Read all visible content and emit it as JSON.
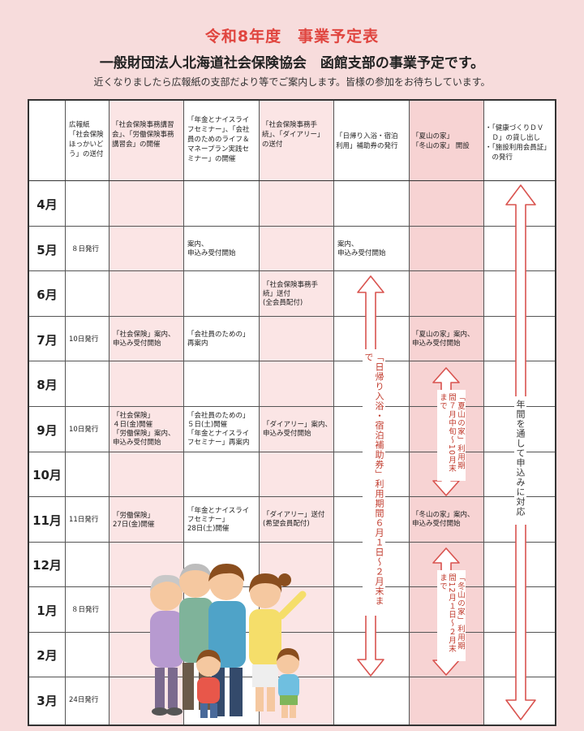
{
  "header": {
    "title": "令和8年度　事業予定表",
    "subtitle": "一般財団法人北海道社会保険協会　函館支部の事業予定です。",
    "note": "近くなりましたら広報紙の支部だより等でご案内します。皆様の参加をお待ちしています。"
  },
  "columns": [
    {
      "label": "広報紙\n「社会保険\nほっかいど\nう」の送付"
    },
    {
      "label": "「社会保険事務講習\n会」、「労働保険事務\n講習会」の開催"
    },
    {
      "label": "「年金とナイスライ\nフセミナー」、「会社\n員のためのライフ＆\nマネープラン実践セ\nミナー」の開催"
    },
    {
      "label": "「社会保険事務手\n続」、「ダイアリー」\nの送付"
    },
    {
      "label": "「日帰り入浴・宿泊\n利用」補助券の発行"
    },
    {
      "label": "「夏山の家」\n「冬山の家」 開設"
    },
    {
      "label": "・「健康づくりＤＶ\n　Ｄ」の貸し出し\n・「施設利用会員証」\n　の発行"
    }
  ],
  "months": [
    "4月",
    "5月",
    "6月",
    "7月",
    "8月",
    "9月",
    "10月",
    "11月",
    "12月",
    "1月",
    "2月",
    "3月"
  ],
  "cells": {
    "c1_may": "８日発行",
    "c1_jul": "10日発行",
    "c1_sep": "10日発行",
    "c1_nov": "11日発行",
    "c1_jan": "８日発行",
    "c1_mar": "24日発行",
    "c2_jul": "「社会保険」案内、\n申込み受付開始",
    "c2_sep": "「社会保険」\n４日(金)開催\n「労働保険」案内、\n申込み受付開始",
    "c2_nov": "「労働保険」\n27日(金)開催",
    "c3_may": "案内、\n申込み受付開始",
    "c3_jul": "「会社員のための」\n再案内",
    "c3_sep": "「会社員のための」\n５日(土)開催\n「年金とナイスライ\nフセミナー」再案内",
    "c3_nov": "「年金とナイスライ\nフセミナー」\n28日(土)開催",
    "c4_jun": "「社会保険事務手\n続」送付\n(全会員配付)",
    "c4_sep": "「ダイアリー」案内、\n申込み受付開始",
    "c4_nov": "「ダイアリー」送付\n(希望会員配付)",
    "c5_may": "案内、\n申込み受付開始",
    "c6_jul": "「夏山の家」案内、\n申込み受付開始",
    "c6_nov": "「冬山の家」案内、\n申込み受付開始"
  },
  "spans": {
    "bath": "「日帰り入浴・宿泊補助券」利用期間６月１日～２月末まで",
    "summer": "「夏山の家」利用期間７月中旬～10月末まで",
    "winter": "「冬山の家」利用期間12月１日～２月末まで",
    "yearround": "年間を通して申込みに対応"
  },
  "colors": {
    "accent": "#e0453f",
    "arrow": "#d9534f",
    "page_bg": "#f7dcdc",
    "column_tint": "#fbe5e5",
    "column_tint_strong": "#f7d3d3"
  }
}
